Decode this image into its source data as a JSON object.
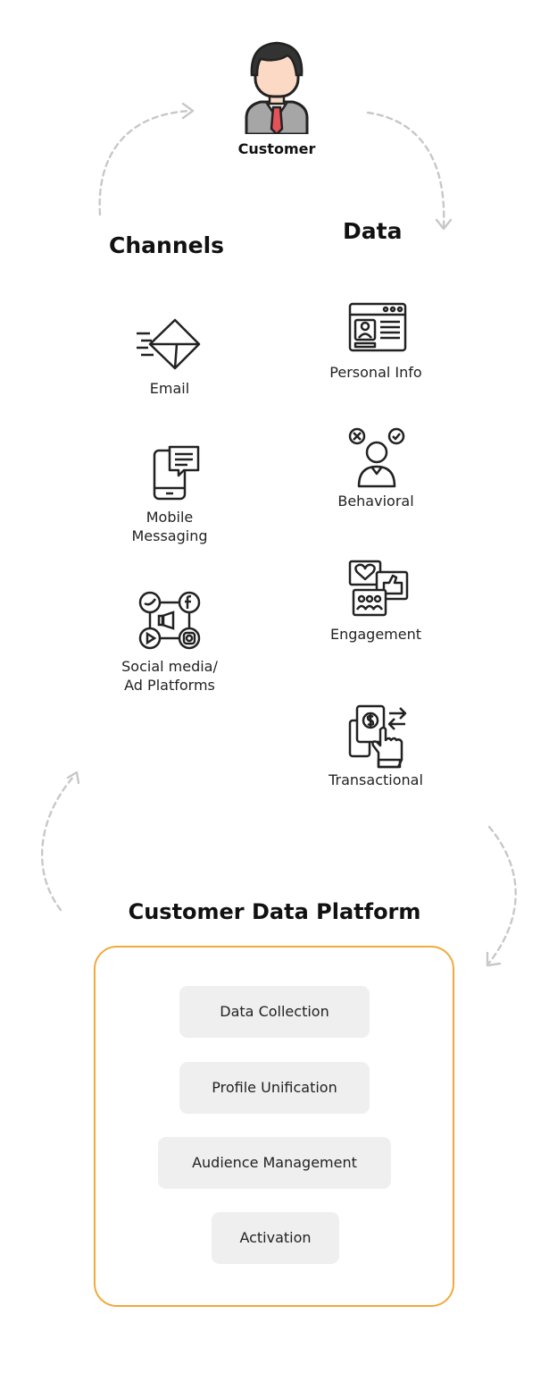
{
  "customer": {
    "label": "Customer"
  },
  "channels": {
    "heading": "Channels",
    "items": [
      {
        "label": "Email",
        "icon": "envelope-icon"
      },
      {
        "label": "Mobile\nMessaging",
        "icon": "mobile-message-icon"
      },
      {
        "label": "Social media/\nAd Platforms",
        "icon": "social-media-icon"
      }
    ]
  },
  "data": {
    "heading": "Data",
    "items": [
      {
        "label": "Personal Info",
        "icon": "profile-card-icon"
      },
      {
        "label": "Behavioral",
        "icon": "behavior-person-icon"
      },
      {
        "label": "Engagement",
        "icon": "engagement-icon"
      },
      {
        "label": "Transactional",
        "icon": "transaction-icon"
      }
    ]
  },
  "cdp": {
    "heading": "Customer Data Platform",
    "steps": [
      "Data Collection",
      "Profile Unification",
      "Audience Management",
      "Activation"
    ]
  },
  "colors": {
    "box_border": "#F2A93B",
    "pill_bg": "#EFEFEF",
    "arrow": "#C8C8C8",
    "tie": "#E5535A",
    "skin": "#FBD9C5",
    "hair": "#333333",
    "suit": "#A6A6A6"
  }
}
